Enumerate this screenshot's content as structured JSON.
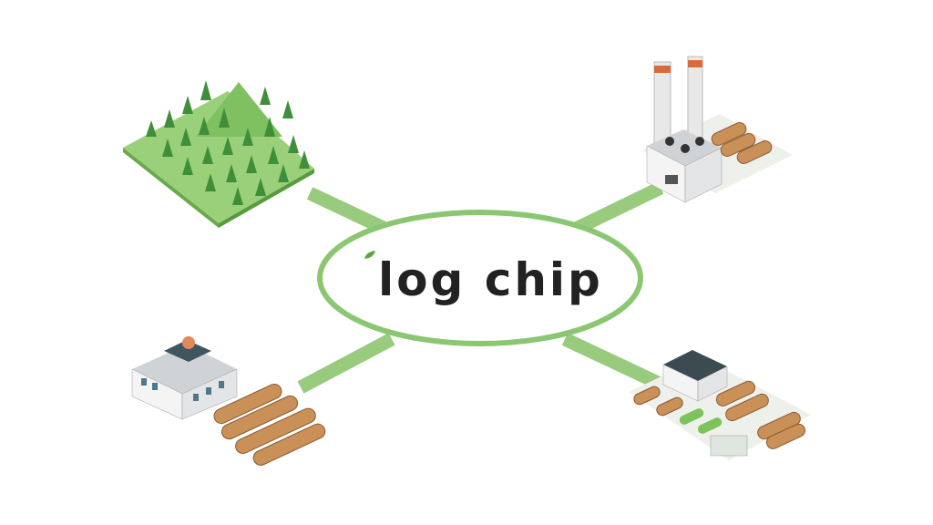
{
  "logo": {
    "text": "log chip",
    "leaf_color": "#5aa83c"
  },
  "colors": {
    "connector": "#98cb7e",
    "ellipse": "#8bc772",
    "text": "#222222"
  },
  "nodes": [
    {
      "id": "forest",
      "icon": "forest-icon"
    },
    {
      "id": "power-plant",
      "icon": "power-plant-icon"
    },
    {
      "id": "warehouse",
      "icon": "warehouse-logs-icon"
    },
    {
      "id": "lumber-yard",
      "icon": "lumber-yard-icon"
    }
  ]
}
